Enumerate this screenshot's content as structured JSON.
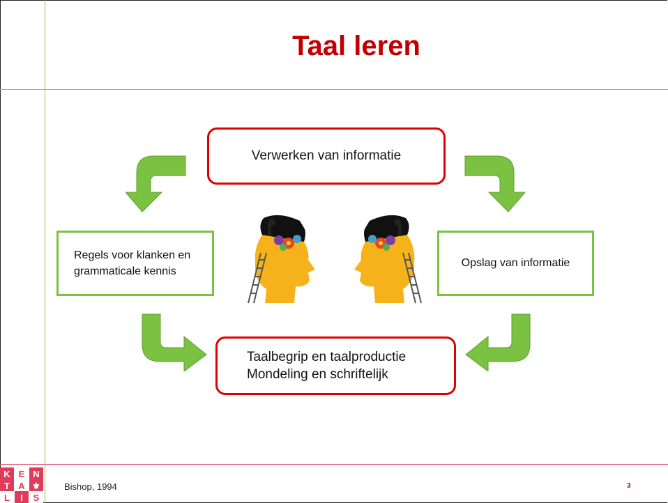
{
  "slide": {
    "title": "Taal leren",
    "boxes": {
      "top": "Verwerken van informatie",
      "left": "Regels voor klanken en\ngrammaticale kennis",
      "right": "Opslag van informatie",
      "bottom": "Taalbegrip en taalproductie\nMondeling en schriftelijk"
    },
    "footer": "Bishop, 1994",
    "page_number": "3",
    "logo_letters": [
      "K",
      "E",
      "N",
      "T",
      "A",
      "I",
      "L",
      "S"
    ]
  },
  "colors": {
    "title": "#c00000",
    "red_border": "#e00000",
    "green_border": "#7cc242",
    "arrow": "#7cc242"
  },
  "icons": [
    "curved-arrow-icon",
    "open-head-gears-icon",
    "ladder-icon",
    "kentalis-logo"
  ]
}
